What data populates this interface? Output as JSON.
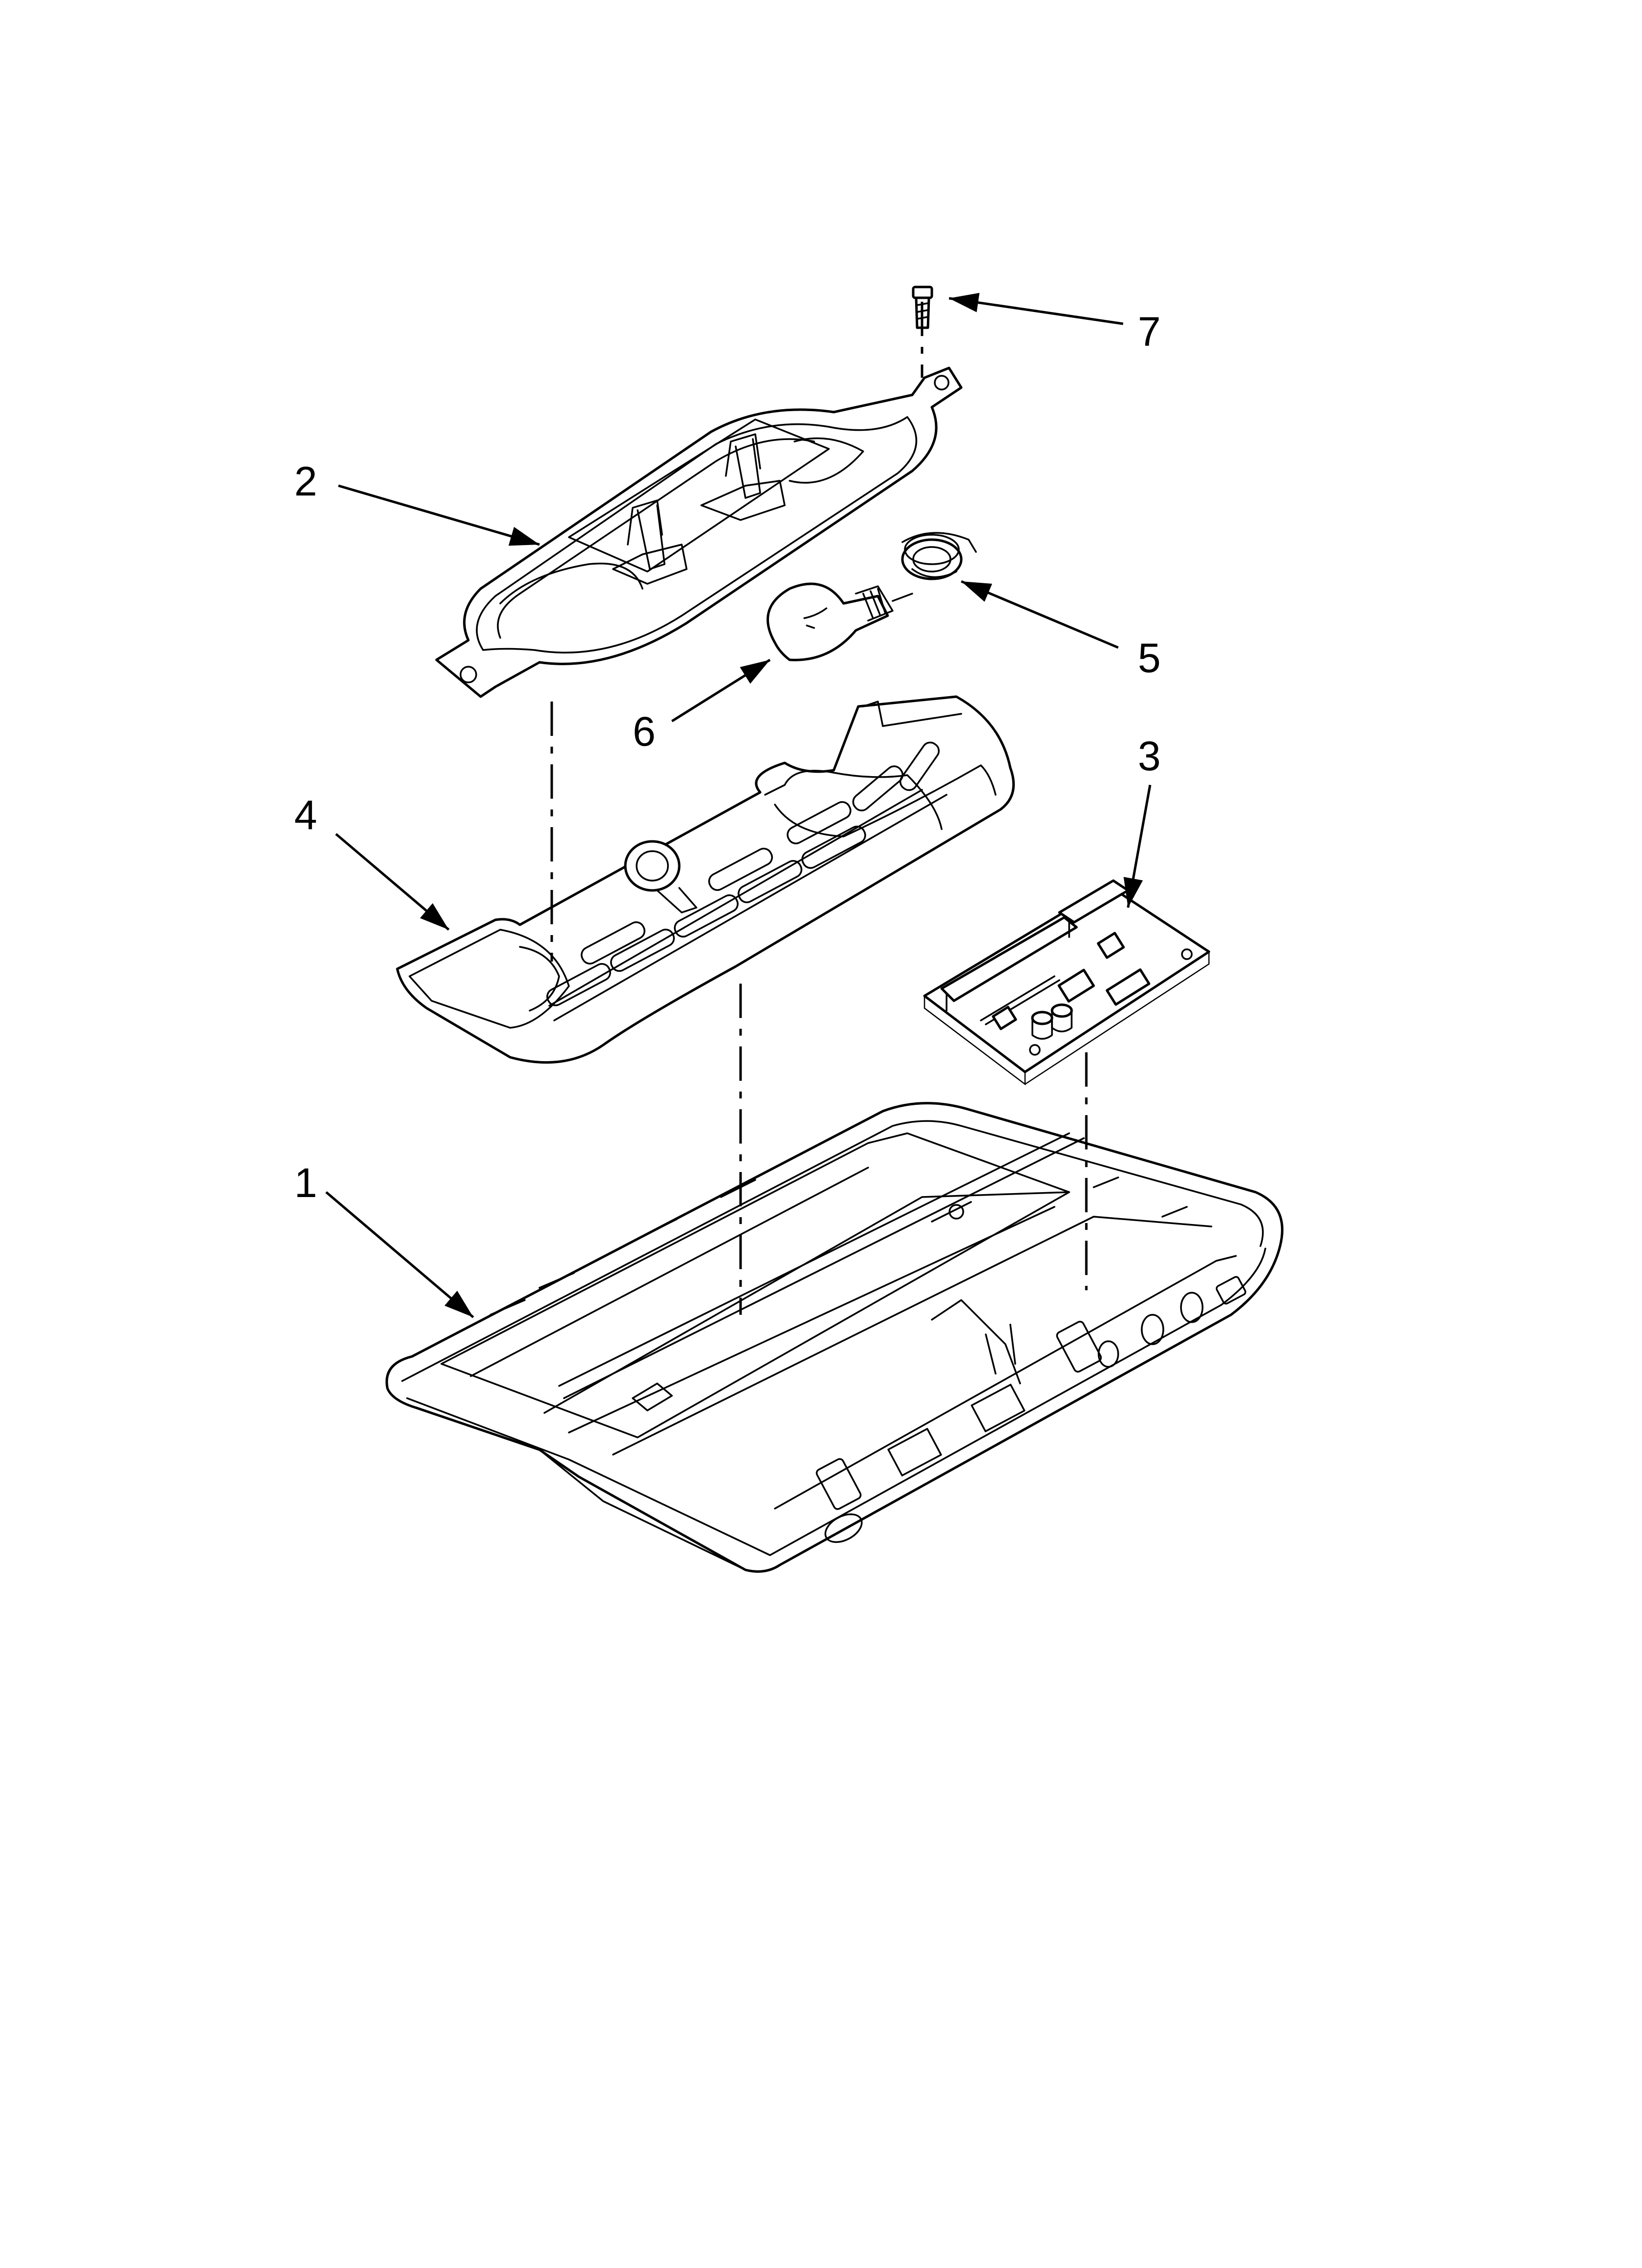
{
  "callouts": [
    {
      "id": "1",
      "label": "1",
      "part": "base-tray"
    },
    {
      "id": "2",
      "label": "2",
      "part": "light-housing"
    },
    {
      "id": "3",
      "label": "3",
      "part": "control-board"
    },
    {
      "id": "4",
      "label": "4",
      "part": "light-lens"
    },
    {
      "id": "5",
      "label": "5",
      "part": "lamp-socket"
    },
    {
      "id": "6",
      "label": "6",
      "part": "light-bulb"
    },
    {
      "id": "7",
      "label": "7",
      "part": "screw"
    }
  ]
}
